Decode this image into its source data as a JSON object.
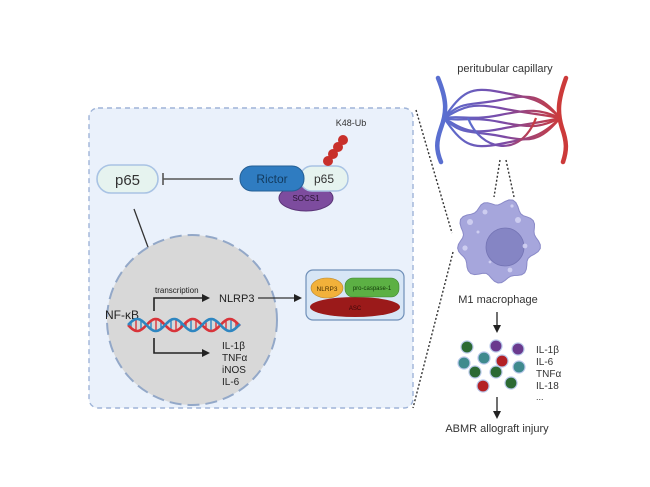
{
  "diagram": {
    "left_panel": {
      "p65_free_label": "p65",
      "complex": {
        "rictor_label": "Rictor",
        "p65_label": "p65",
        "socs1_label": "SOCS1",
        "ubiquitin_label": "K48-Ub",
        "ubiquitin_count": 4
      },
      "nucleus": {
        "nfkb_label": "NF-κB",
        "transcription_label": "transcription",
        "nlrp3_target_label": "NLRP3",
        "cytokine_targets": [
          "IL-1β",
          "TNFα",
          "iNOS",
          "IL-6"
        ]
      },
      "inflammasome": {
        "nlrp3_label": "NLRP3",
        "procaspase_label": "pro-caspase-1",
        "asc_label": "ASC"
      }
    },
    "right_panel": {
      "capillary_label": "peritubular capillary",
      "macrophage_label": "M1 macrophage",
      "cytokines": [
        "IL-1β",
        "IL-6",
        "TNFα",
        "IL-18",
        "..."
      ],
      "outcome_label": "ABMR allograft injury"
    },
    "colors": {
      "panel_bg": "#eaf1fb",
      "panel_border": "#9fb4d8",
      "nucleus_fill": "#d8d8d8",
      "nucleus_border": "#93a8c8",
      "p65_fill": "#e6f3ef",
      "p65_border": "#a9c3e4",
      "rictor_fill": "#2f7cc1",
      "socs1_fill": "#7d4c9e",
      "ubiquitin_fill": "#c8302b",
      "nlrp3_fill": "#f2b13a",
      "procaspase_fill": "#5cb044",
      "asc_fill": "#9b1a1a",
      "vein_blue": "#5a6fd0",
      "artery_red": "#cc3a3a",
      "macrophage_fill": "#a6a6dc",
      "macrophage_nucleus": "#8585c4",
      "dna_red": "#d8343a",
      "dna_blue": "#2e86c1",
      "dot_green": "#2c6a34",
      "dot_purple": "#6a3a8e",
      "dot_teal": "#3f8a8e",
      "dot_red": "#b32025"
    }
  }
}
